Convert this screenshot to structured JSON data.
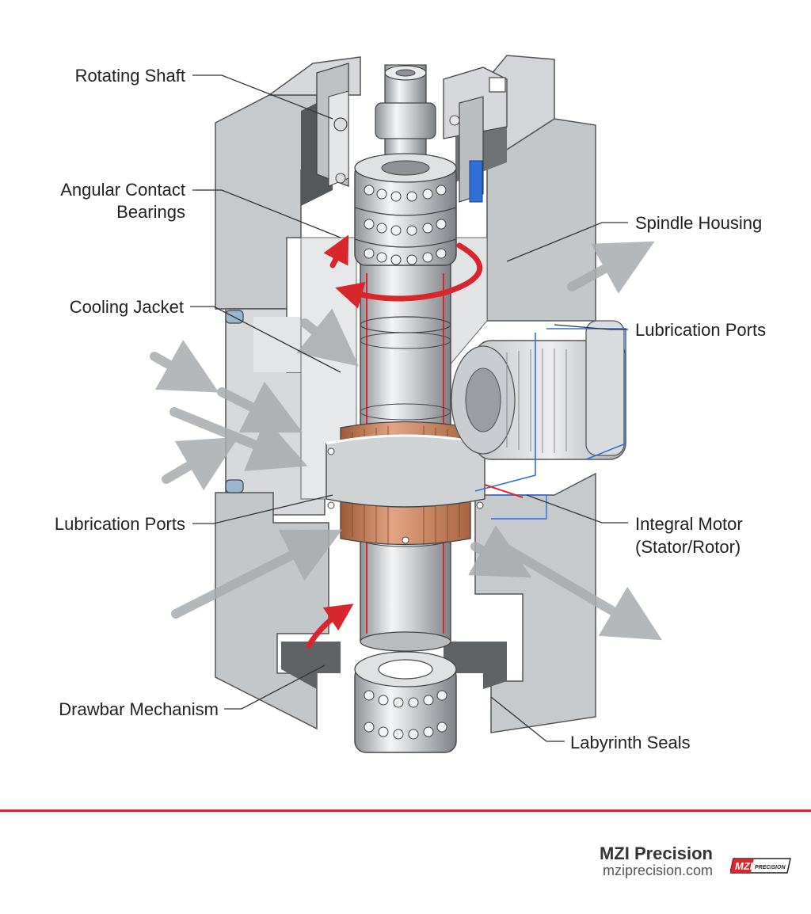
{
  "labels": {
    "rotating_shaft": "Rotating Shaft",
    "angular_contact_line1": "Angular Contact",
    "angular_contact_line2": "Bearings",
    "cooling_jacket": "Cooling Jacket",
    "lubrication_ports_left": "Lubrication Ports",
    "drawbar_mechanism": "Drawbar Mechanism",
    "spindle_housing": "Spindle Housing",
    "lubrication_ports_right": "Lubrication Ports",
    "integral_motor_line1": "Integral Motor",
    "integral_motor_line2": "(Stator/Rotor)",
    "labyrinth_seals": "Labyrinth Seals"
  },
  "footer": {
    "brand_name": "MZI Precision",
    "brand_url": "mziprecision.com",
    "logo_text_main": "MZI",
    "logo_text_sub": "PRECISION"
  },
  "colors": {
    "accent_red": "#d9262c",
    "housing_gray": "#b9bcbf",
    "housing_light": "#dcdee0",
    "copper": "#c8825a",
    "coolant_blue": "#2f6fd6",
    "flow_arrow_gray": "#a9acaf"
  }
}
